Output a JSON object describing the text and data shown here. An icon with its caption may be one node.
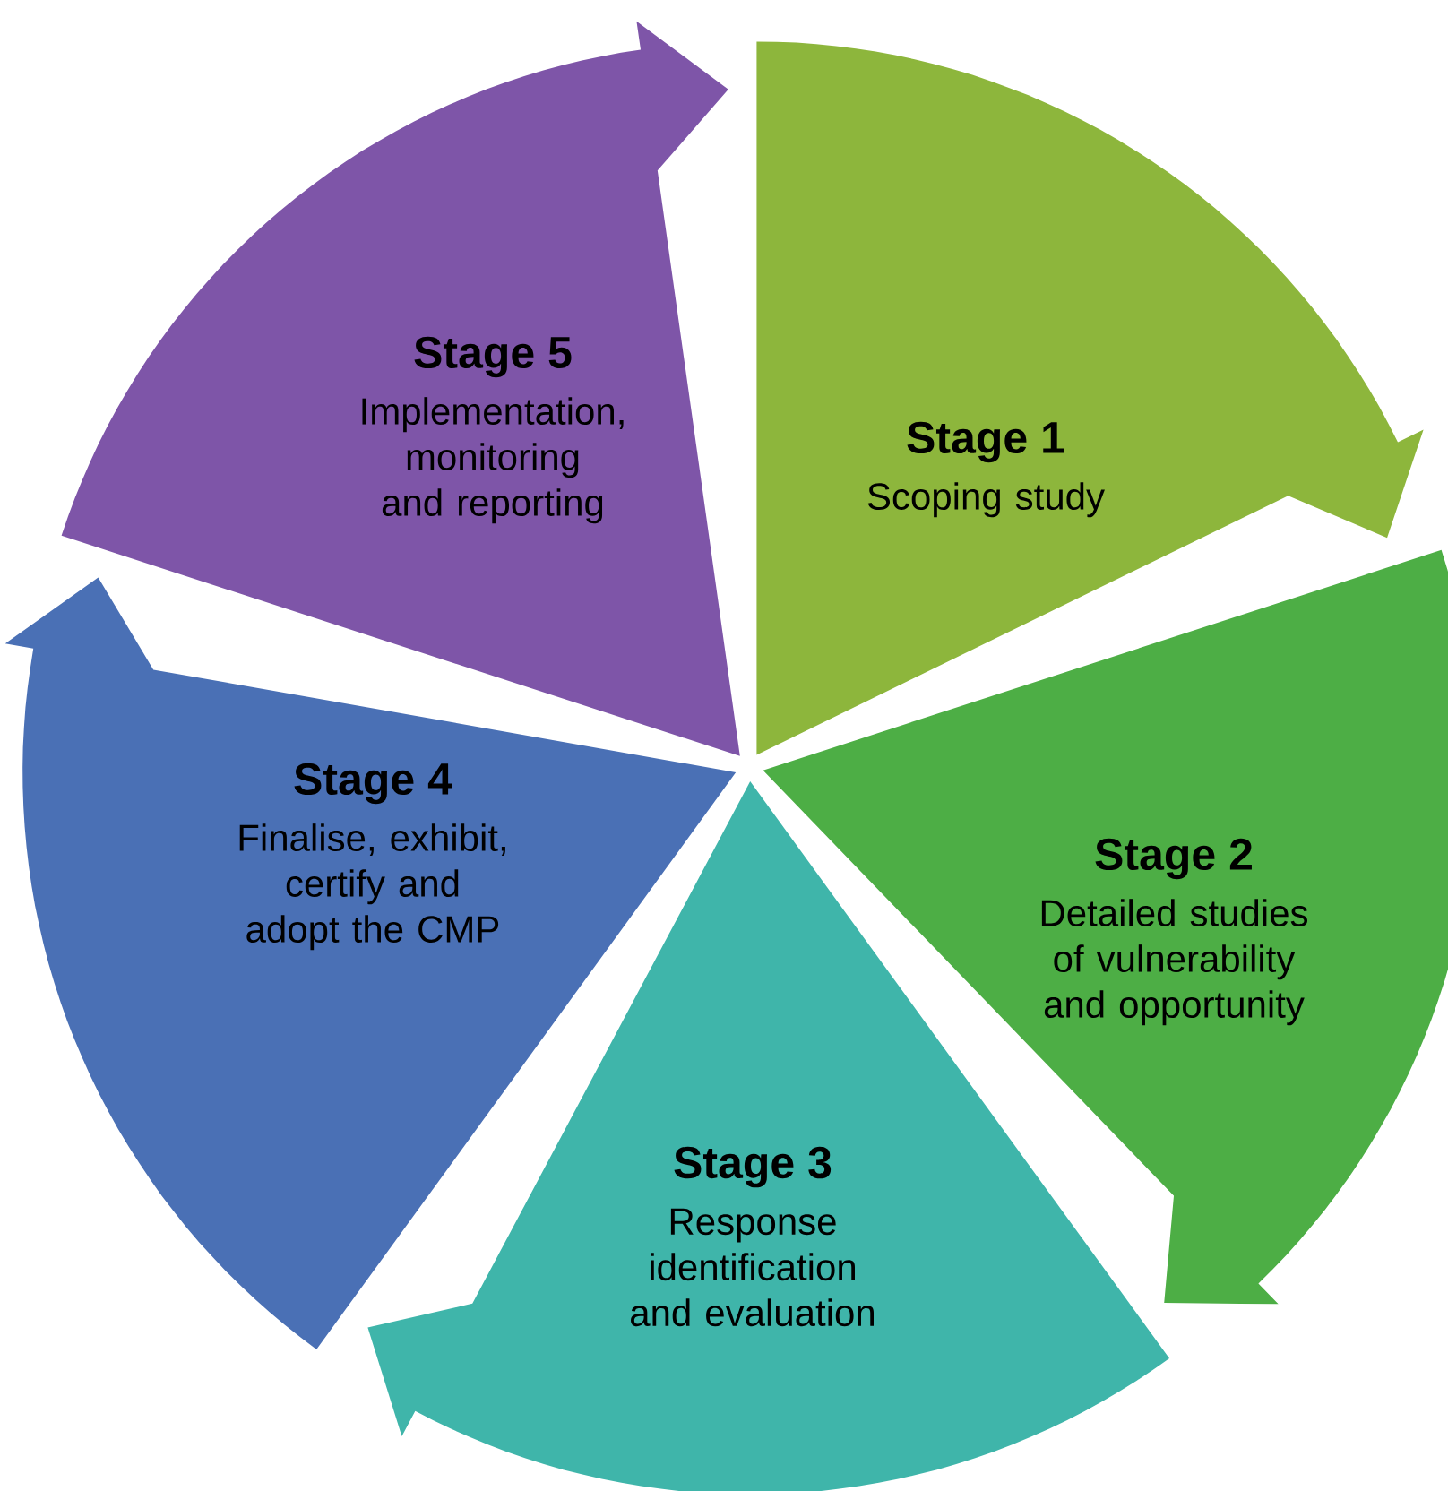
{
  "diagram": {
    "nodes": [
      {
        "text": [
          "Stage 1",
          "Scoping study"
        ]
      },
      {
        "text": [
          "Stage 2",
          "Detailed studies of vulnerability and opportunity"
        ]
      },
      {
        "text": [
          "Stage 3",
          "Response identification and evaluation"
        ]
      },
      {
        "text": [
          "Stage 4",
          "Finalise, exhibit, certify and adopt the CMP"
        ]
      },
      {
        "text": [
          "Stage 5",
          "Implementation, monitoring and reporting"
        ]
      }
    ]
  }
}
